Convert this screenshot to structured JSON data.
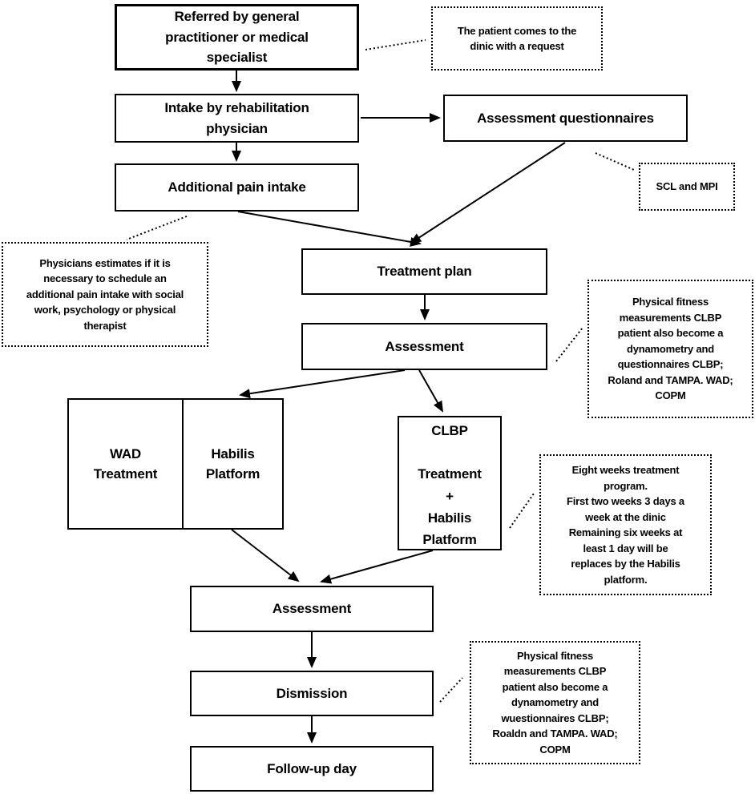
{
  "colors": {
    "line": "#000000",
    "box_border": "#000000",
    "box_background": "#ffffff",
    "text": "#000000"
  },
  "nodes": {
    "referred": "Referred by general\npractitioner or medical\nspecialist",
    "intake": "Intake by rehabilitation\nphysician",
    "assessment_questionnaires": "Assessment questionnaires",
    "additional_pain_intake": "Additional pain intake",
    "treatment_plan": "Treatment plan",
    "assessment_1": "Assessment",
    "wad_treatment": "WAD\nTreatment",
    "habilis_platform": "Habilis\nPlatform",
    "clbp": "CLBP\n\nTreatment\n+\nHabilis\nPlatform",
    "assessment_2": "Assessment",
    "dismission": "Dismission",
    "follow_up_day": "Follow-up day"
  },
  "notes": {
    "patient_request": "The patient comes to the\ndinic with a request",
    "scl_mpi": "SCL and MPI",
    "physicians_estimate": "Physicians estimates if it is\nnecessary to schedule an\nadditional pain intake with social\nwork, psychology or physical\ntherapist",
    "fitness_1": "Physical fitness\nmeasurements CLBP\npatient also become a\ndynamometry and\nquestionnaires CLBP;\nRoland and TAMPA. WAD;\nCOPM",
    "eight_weeks": "Eight weeks treatment\nprogram.\nFirst two weeks 3 days a\nweek at the dinic\nRemaining six weeks at\nleast 1 day will be\nreplaces by the Habilis\nplatform.",
    "fitness_2": "Physical fitness\nmeasurements CLBP\npatient also become a\ndynamometry and\nwuestionnaires CLBP;\nRoaldn and TAMPA. WAD;\nCOPM"
  }
}
